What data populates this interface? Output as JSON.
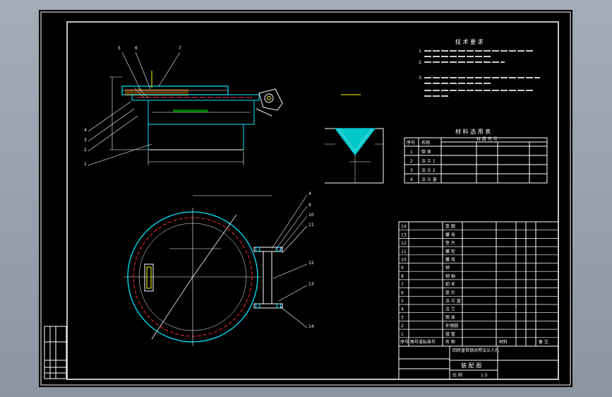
{
  "notes": {
    "title": "技 术 要 求",
    "lines": [
      "1.",
      "2.",
      "3."
    ]
  },
  "material_table": {
    "title": "材 料 选 用 表",
    "headers": [
      "序号",
      "名称",
      "材 质 代 号"
    ],
    "rows": [
      {
        "no": "1",
        "name": "筒 体"
      },
      {
        "no": "2",
        "name": "法 兰 1"
      },
      {
        "no": "3",
        "name": "法 兰 2"
      },
      {
        "no": "4",
        "name": "法 兰 盖"
      }
    ]
  },
  "parts_list": {
    "header": {
      "no": "序号",
      "code": "图号或标准号",
      "name": "名 称",
      "material": "材料",
      "note": "备 注"
    },
    "rows": [
      {
        "no": "14",
        "name": "垫 圈"
      },
      {
        "no": "13",
        "name": "螺 母"
      },
      {
        "no": "12",
        "name": "垫 片"
      },
      {
        "no": "11",
        "name": "螺 栓"
      },
      {
        "no": "10",
        "name": "螺 母"
      },
      {
        "no": "9",
        "name": "销"
      },
      {
        "no": "8",
        "name": "销 轴"
      },
      {
        "no": "7",
        "name": "把 手"
      },
      {
        "no": "6",
        "name": "垫 片"
      },
      {
        "no": "5",
        "name": "法 兰 盖"
      },
      {
        "no": "4",
        "name": "法 兰"
      },
      {
        "no": "3",
        "name": "筒 体"
      },
      {
        "no": "2",
        "name": "补强圈"
      },
      {
        "no": "1",
        "name": "接 管"
      }
    ]
  },
  "title_block": {
    "drawing_name": "回转盖带颈对焊法兰人孔",
    "drawing_type": "装 配 图",
    "scale_label": "比 例",
    "scale": "1:5"
  },
  "callouts": {
    "top": [
      "5",
      "6",
      "7"
    ],
    "left": [
      "4",
      "3",
      "2",
      "1"
    ],
    "right": [
      "4",
      "9",
      "10",
      "11",
      "12",
      "13",
      "14"
    ]
  }
}
